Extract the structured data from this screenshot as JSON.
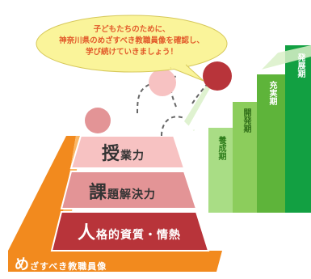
{
  "speech_bubble": {
    "lines": [
      "子どもたちのために、",
      "神奈川県のめざすべき教職員像を確認し、",
      "学び続けていきましょう！"
    ]
  },
  "pyramid": {
    "top": {
      "big": "授",
      "rest": "業力"
    },
    "middle": {
      "big": "課",
      "rest": "題解決力"
    },
    "bottom": {
      "big": "人",
      "rest": "格的資質・情熱"
    },
    "base": {
      "big": "め",
      "rest": "ざすべき教職員像"
    }
  },
  "stages": [
    "養成期",
    "開発期",
    "充実期",
    "発展期"
  ],
  "colors": {
    "orange": "#f28a1e",
    "pink_light": "#f7c2c2",
    "pink_mid": "#e39496",
    "red_dark": "#b8343a",
    "green_1": "#a9dd85",
    "green_2": "#8ccd5c",
    "green_3": "#5eb43a",
    "green_4": "#12a042",
    "bubble_fill": "#faf49a"
  }
}
